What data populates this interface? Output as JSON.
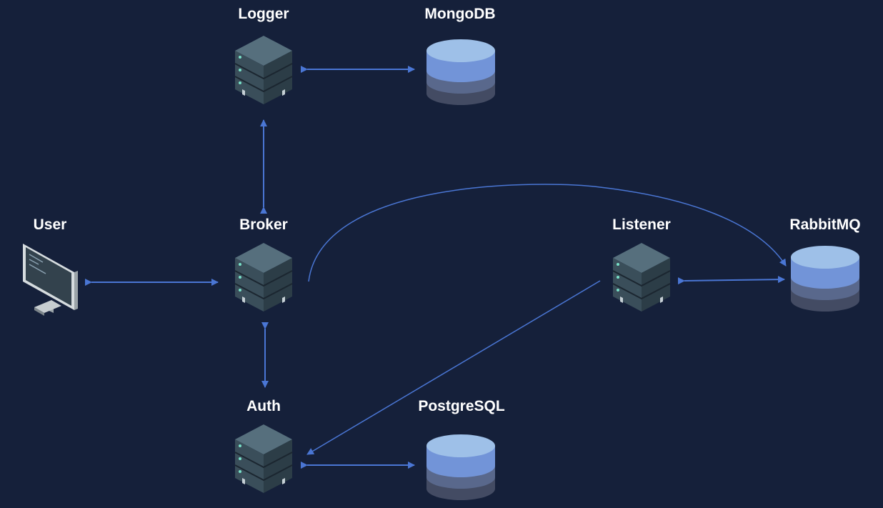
{
  "diagram": {
    "nodes": {
      "logger": {
        "label": "Logger",
        "kind": "server-icon"
      },
      "mongodb": {
        "label": "MongoDB",
        "kind": "database-icon"
      },
      "user": {
        "label": "User",
        "kind": "monitor-icon"
      },
      "broker": {
        "label": "Broker",
        "kind": "server-icon"
      },
      "listener": {
        "label": "Listener",
        "kind": "server-icon"
      },
      "rabbitmq": {
        "label": "RabbitMQ",
        "kind": "database-icon"
      },
      "auth": {
        "label": "Auth",
        "kind": "server-icon"
      },
      "postgresql": {
        "label": "PostgreSQL",
        "kind": "database-icon"
      }
    },
    "edges": [
      {
        "from": "logger",
        "to": "mongodb",
        "direction": "both"
      },
      {
        "from": "broker",
        "to": "logger",
        "direction": "both"
      },
      {
        "from": "user",
        "to": "broker",
        "direction": "both"
      },
      {
        "from": "broker",
        "to": "auth",
        "direction": "both"
      },
      {
        "from": "auth",
        "to": "postgresql",
        "direction": "both"
      },
      {
        "from": "listener",
        "to": "rabbitmq",
        "direction": "both"
      },
      {
        "from": "broker",
        "to": "rabbitmq",
        "direction": "forward"
      },
      {
        "from": "listener",
        "to": "auth",
        "direction": "forward"
      }
    ],
    "colors": {
      "background": "#15203a",
      "arrow": "#4a76d4",
      "label": "#ffffff",
      "server_top": "#566f7d",
      "server_left": "#3a4e5a",
      "server_right": "#2c3d47",
      "server_light": "#78e0c8",
      "db_top": "#9ec0e8",
      "db_band1": "#7294d8",
      "db_band2": "#59688c",
      "db_band3": "#434b63"
    }
  }
}
